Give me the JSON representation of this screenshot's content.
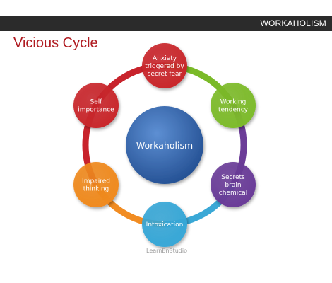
{
  "header": {
    "section_title": "WORKAHOLISM"
  },
  "slide": {
    "title": "Vicious Cycle"
  },
  "diagram": {
    "center": {
      "label": "Workaholism",
      "color": "#2f66ae"
    },
    "nodes": [
      {
        "id": "anxiety",
        "lines": [
          "Anxiety",
          "triggered by",
          "secret fear"
        ],
        "color": "#c9262b",
        "ring_color": "#c8232c"
      },
      {
        "id": "working-tendency",
        "lines": [
          "Working",
          "tendency"
        ],
        "color": "#7dbb2a",
        "ring_color": "#7aba28"
      },
      {
        "id": "secrets-brain-chemical",
        "lines": [
          "Secrets",
          "brain",
          "chemical"
        ],
        "color": "#6a3c98",
        "ring_color": "#6c3d98"
      },
      {
        "id": "intoxication",
        "lines": [
          "Intoxication"
        ],
        "color": "#37a7d7",
        "ring_color": "#3aa8d6"
      },
      {
        "id": "impaired-thinking",
        "lines": [
          "Impaired",
          "thinking"
        ],
        "color": "#f08a1f",
        "ring_color": "#f18c22"
      },
      {
        "id": "self-importance",
        "lines": [
          "Self",
          "importance"
        ],
        "color": "#c9262b",
        "ring_color": "#c8232c"
      }
    ]
  },
  "watermark": "LearnEnStudio"
}
